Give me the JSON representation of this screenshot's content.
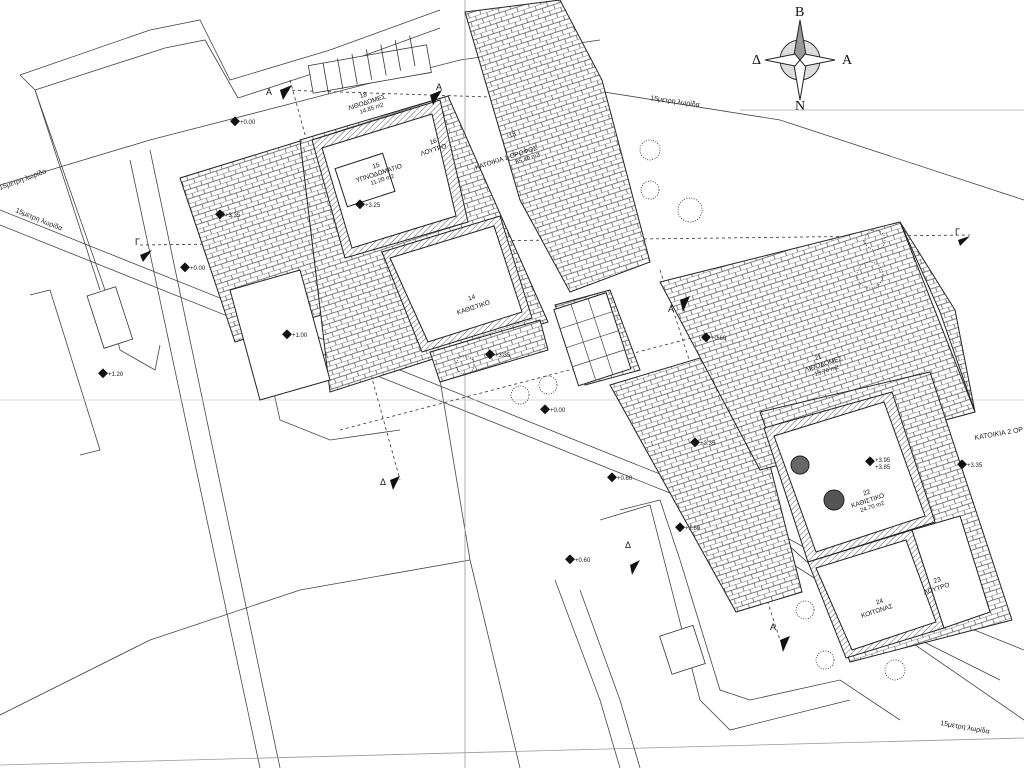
{
  "compass": {
    "north": "B",
    "south": "N",
    "east": "A",
    "west": "Δ"
  },
  "strip_label": "15μετρη λωρίδα",
  "elevations": [
    "+0.00",
    "+3.35",
    "+3.25",
    "+1.00",
    "+1.20",
    "+0.60",
    "+1.60",
    "+3.35",
    "+3.95",
    "+3.85",
    "+0.60"
  ],
  "rooms": [
    {
      "num": "18",
      "name": "ΛΙΘΟΔΟΜΕΣ",
      "area": "14.85 m2"
    },
    {
      "num": "15",
      "name": "ΥΠΝΟΔΩΜΑΤΙΟ",
      "area": "11.20 m2"
    },
    {
      "num": "16",
      "name": "ΛΟΥΤΡΟ",
      "area": ""
    },
    {
      "num": "18",
      "name": "ΚΑΤΟΙΚΙΑ 1 ΟΡΟΦΟΣ",
      "area": "85.40 m2"
    },
    {
      "num": "14",
      "name": "ΚΑΘΙΣΤΙΚΟ",
      "area": ""
    },
    {
      "num": "21",
      "name": "ΛΙΘΟΔΟΜΕΣ",
      "area": "13.76 m2"
    },
    {
      "num": "22",
      "name": "ΚΑΘΙΣΤΙΚΟ",
      "area": "24.70 m2"
    },
    {
      "num": "24",
      "name": "ΚΟΙΤΩΝΑΣ",
      "area": ""
    },
    {
      "num": "23",
      "name": "ΛΟΥΤΡΟ",
      "area": ""
    }
  ],
  "house2_label": "ΚΑΤΟΙΚΙΑ 2 ΟΡ",
  "section_marks": [
    "A",
    "A",
    "Γ",
    "Γ",
    "Δ",
    "Δ",
    "A",
    "A"
  ]
}
